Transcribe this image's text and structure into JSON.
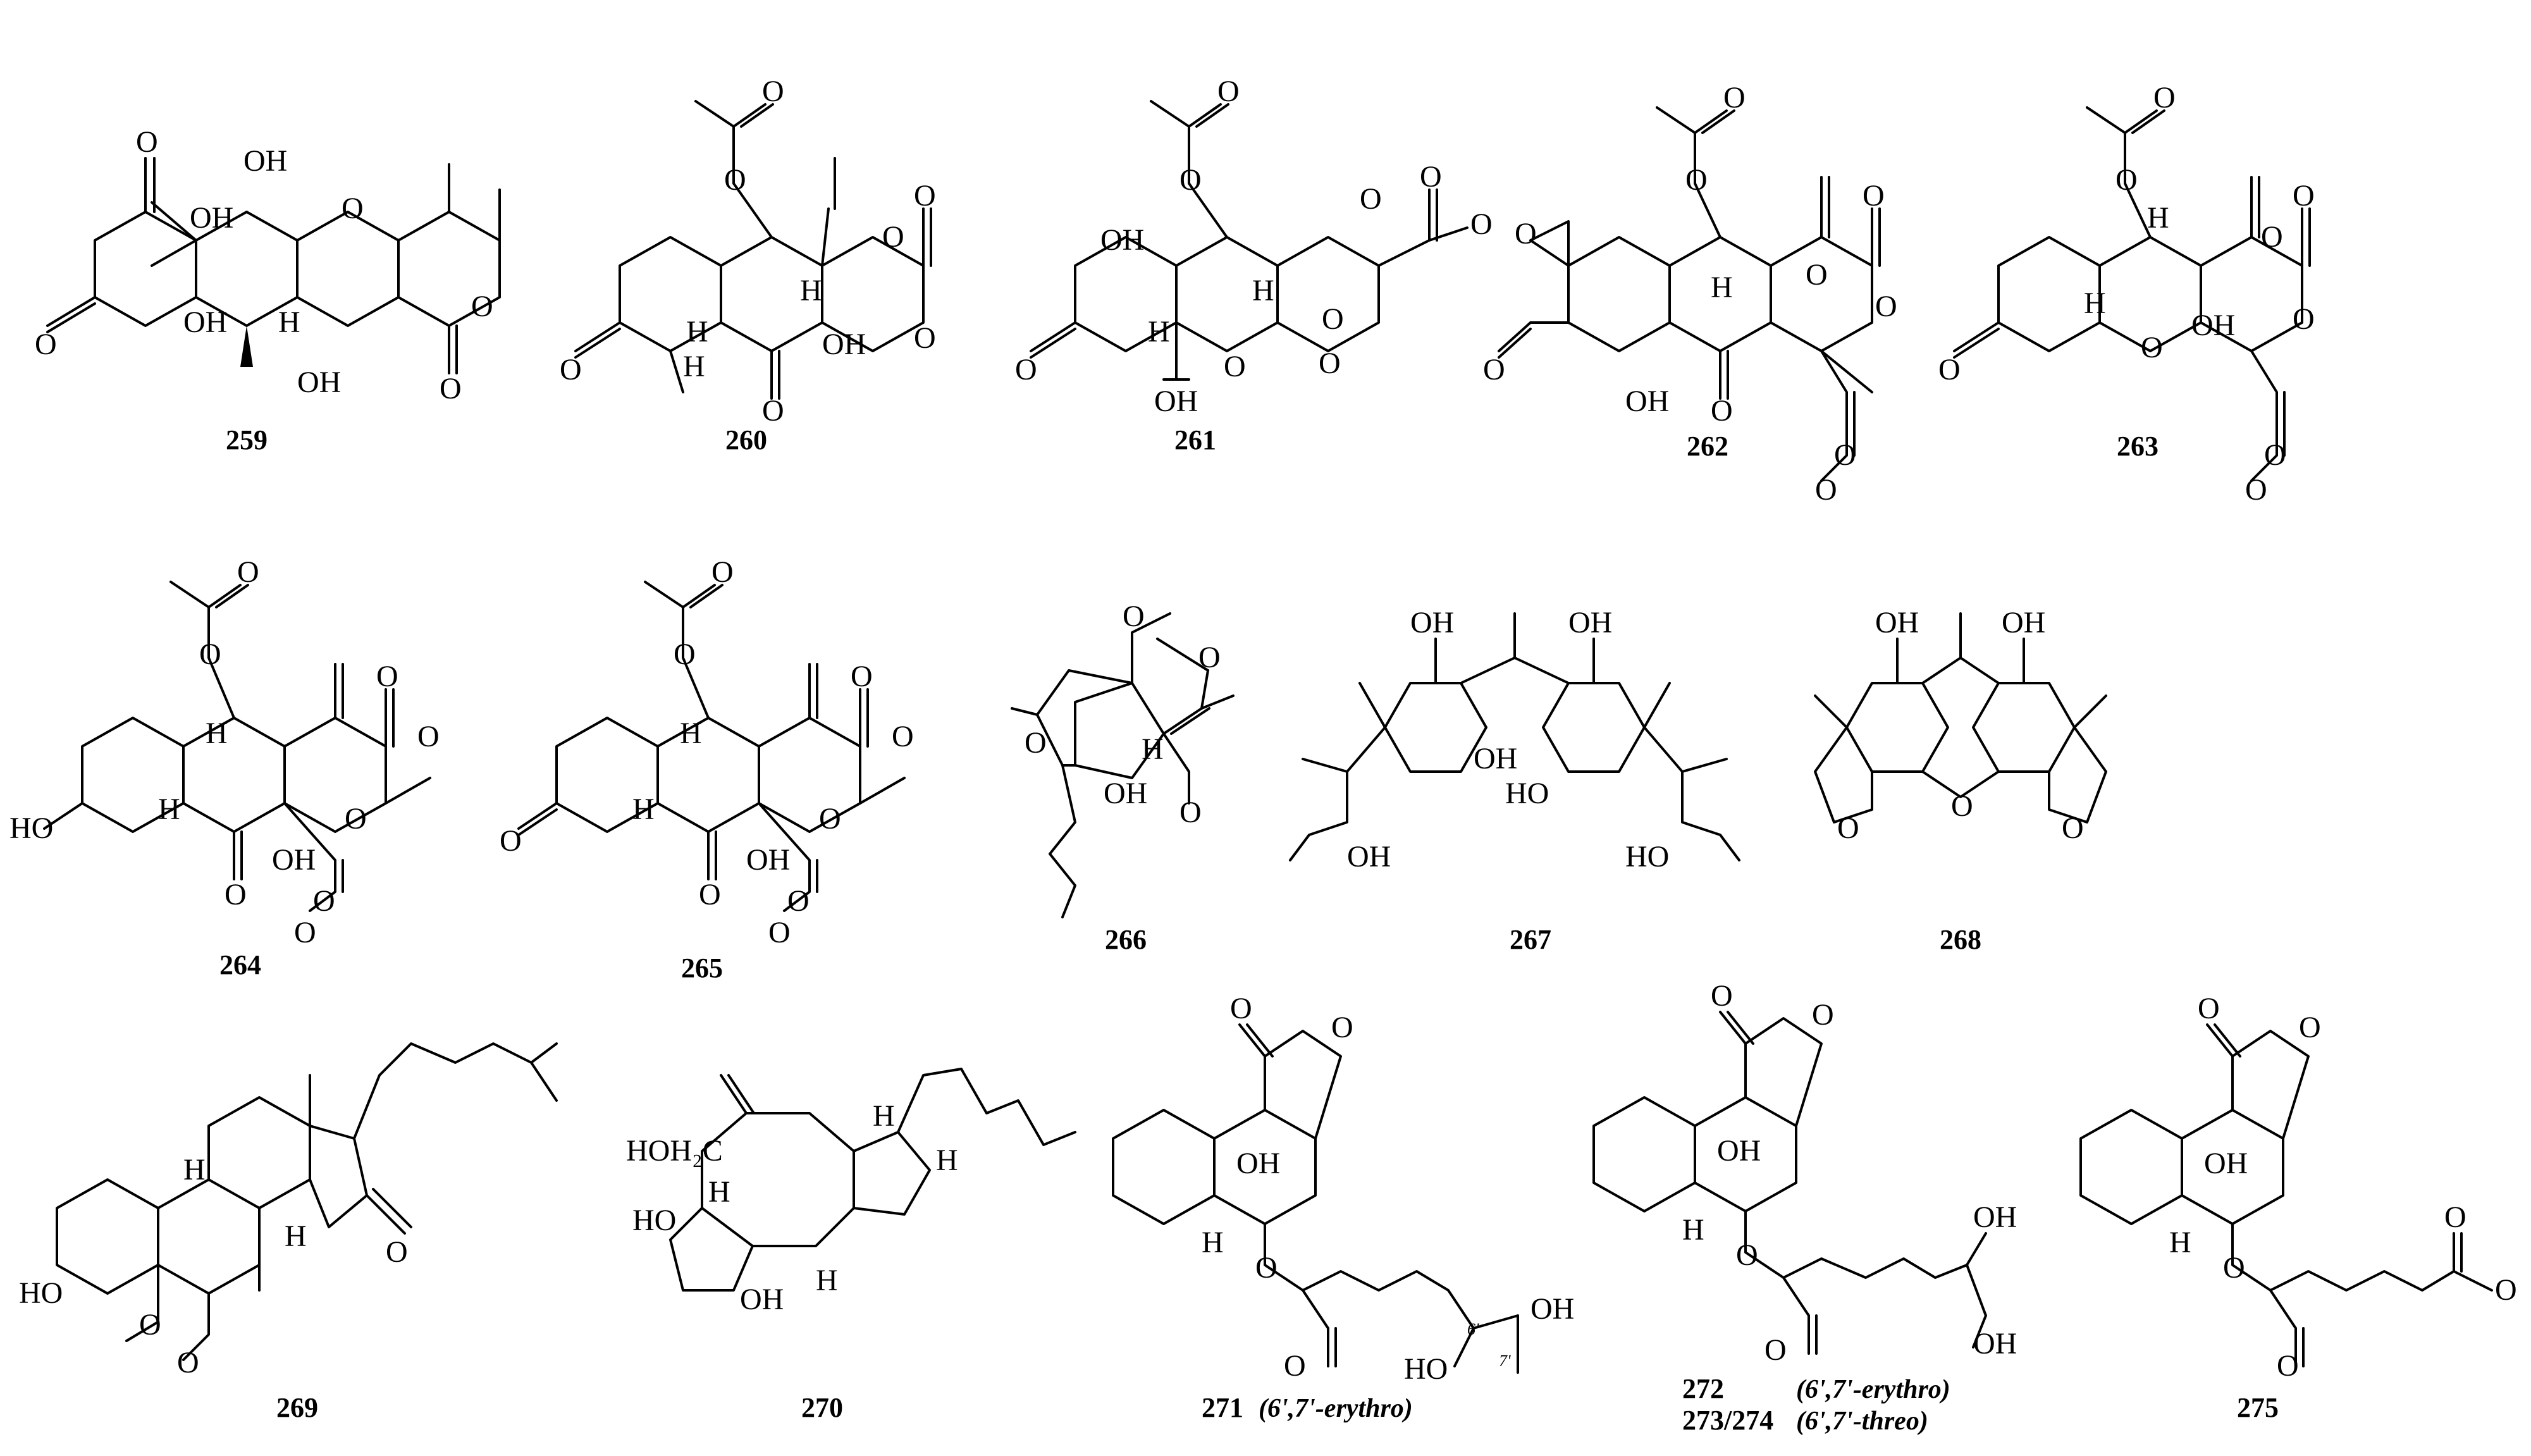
{
  "compounds": [
    {
      "id": "259"
    },
    {
      "id": "260"
    },
    {
      "id": "261"
    },
    {
      "id": "262"
    },
    {
      "id": "263"
    },
    {
      "id": "264"
    },
    {
      "id": "265"
    },
    {
      "id": "266"
    },
    {
      "id": "267"
    },
    {
      "id": "268"
    },
    {
      "id": "269"
    },
    {
      "id": "270"
    },
    {
      "id": "271",
      "note": "(6',7'-erythro)"
    },
    {
      "id": "272",
      "note": "(6',7'-erythro)"
    },
    {
      "id": "273/274",
      "note": "(6',7'-threo)"
    },
    {
      "id": "275"
    }
  ],
  "atom_labels": {
    "O": "O",
    "OH": "OH",
    "HO": "HO",
    "H": "H",
    "HOH2C": "HOH₂C"
  },
  "locants": {
    "six_prime": "6'",
    "seven_prime": "7'"
  }
}
